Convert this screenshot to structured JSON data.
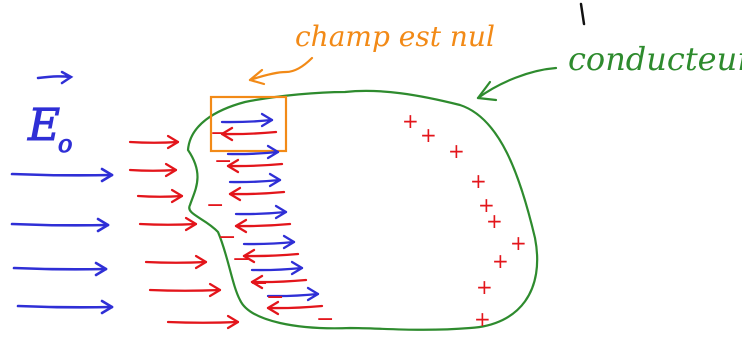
{
  "labels": {
    "field_symbol": "E",
    "field_subscript": "o",
    "zero_field_note": "champ est nul",
    "conductor_note": "conducteur"
  },
  "charges": {
    "negative_symbol": "−",
    "positive_symbol": "+"
  },
  "colors": {
    "external_field": "#2f2fd6",
    "induced_field": "#e3151b",
    "conductor": "#2e8b2e",
    "annotation": "#f28a17",
    "negative_charge": "#e3151b",
    "positive_charge": "#e3151b"
  }
}
